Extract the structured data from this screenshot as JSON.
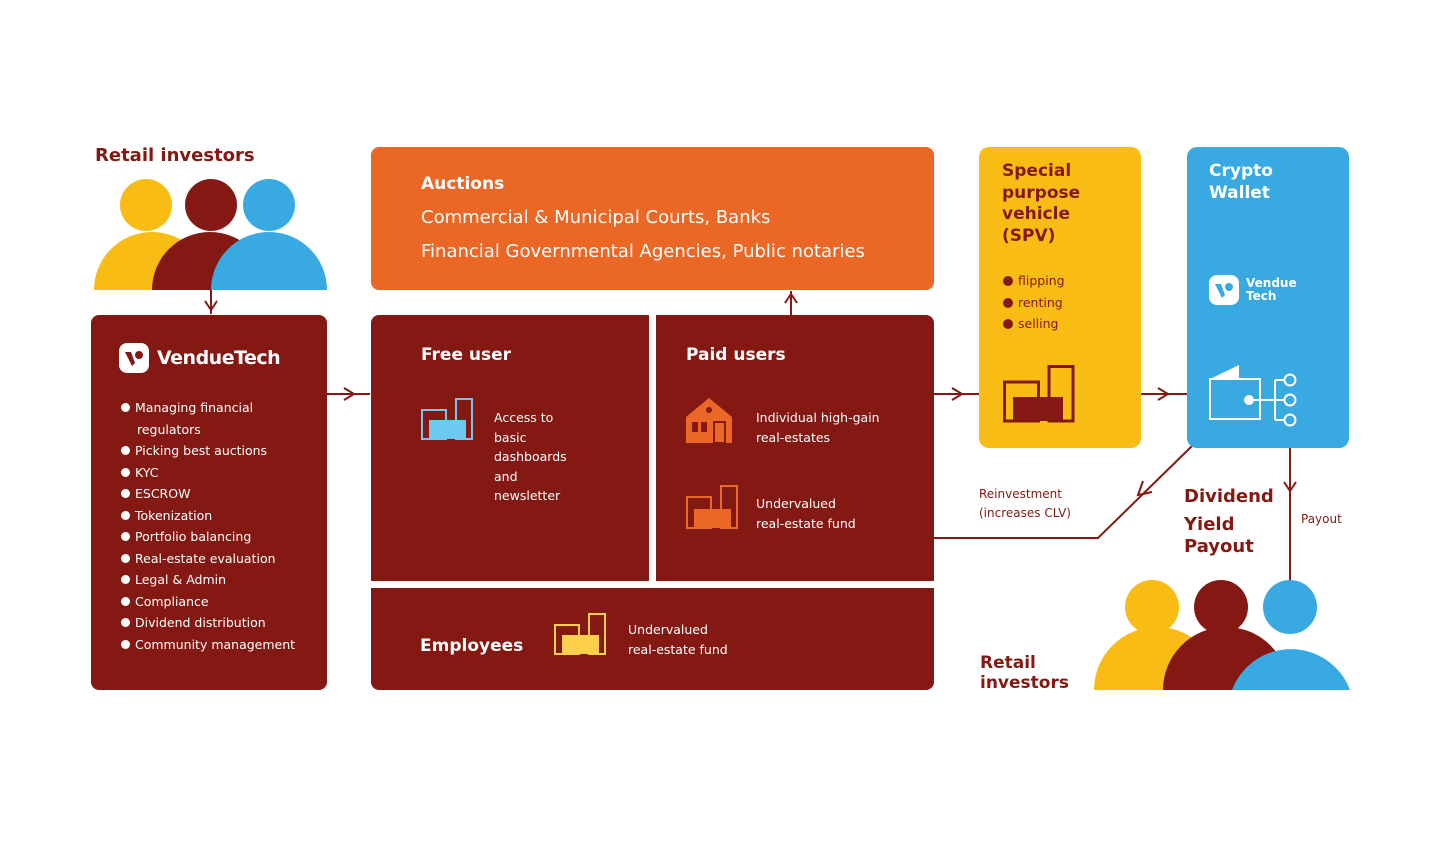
{
  "colors": {
    "maroon": "#841914",
    "orange": "#ea6725",
    "yellow": "#f9bc15",
    "blue": "#38aae1",
    "light_blue": "#6ec9f2",
    "light_yellow": "#fdd14b",
    "white": "#ffffff"
  },
  "retail_investors_top": {
    "title": "Retail investors",
    "people_icons": [
      "person-yellow",
      "person-maroon",
      "person-blue"
    ]
  },
  "vendutech": {
    "logo_icon": "vendutech-logo-icon",
    "name": "VendueTech",
    "services": [
      {
        "line1": "Managing financial",
        "line2": "regulators"
      },
      {
        "line1": "Picking best auctions"
      },
      {
        "line1": "KYC"
      },
      {
        "line1": "ESCROW"
      },
      {
        "line1": "Tokenization"
      },
      {
        "line1": "Portfolio balancing"
      },
      {
        "line1": "Real-estate evaluation"
      },
      {
        "line1": "Legal & Admin"
      },
      {
        "line1": "Compliance"
      },
      {
        "line1": "Dividend distribution"
      },
      {
        "line1": "Community management"
      }
    ]
  },
  "auctions": {
    "title": "Auctions",
    "line1": "Commercial & Municipal Courts, Banks",
    "line2": "Financial Governmental Agencies, Public notaries"
  },
  "free_user": {
    "title": "Free user",
    "icon": "buildings-icon",
    "text_lines": [
      "Access to",
      "basic",
      "dashboards",
      "and",
      "newsletter"
    ]
  },
  "paid_users": {
    "title": "Paid users",
    "items": [
      {
        "icon": "house-icon",
        "line1": "Individual high-gain",
        "line2": "real-estates"
      },
      {
        "icon": "buildings-icon",
        "line1": "Undervalued",
        "line2": "real-estate fund"
      }
    ]
  },
  "employees": {
    "title": "Employees",
    "icon": "buildings-icon",
    "line1": "Undervalued",
    "line2": "real-estate fund"
  },
  "spv": {
    "title_lines": [
      "Special",
      "purpose",
      "vehicle",
      "(SPV)"
    ],
    "items": [
      "flipping",
      "renting",
      "selling"
    ],
    "icon": "buildings-icon"
  },
  "crypto_wallet": {
    "title_lines": [
      "Crypto",
      "Wallet"
    ],
    "logo_lines": [
      "Vendue",
      "Tech"
    ],
    "icon": "wallet-network-icon"
  },
  "flows": {
    "reinvestment_line1": "Reinvestment",
    "reinvestment_line2": "(increases CLV)",
    "dividend_lines": [
      "Dividend",
      "Yield",
      "Payout"
    ],
    "payout_label": "Payout"
  },
  "retail_investors_bottom": {
    "title_lines": [
      "Retail",
      "investors"
    ],
    "people_icons": [
      "person-yellow",
      "person-maroon",
      "person-blue"
    ]
  }
}
